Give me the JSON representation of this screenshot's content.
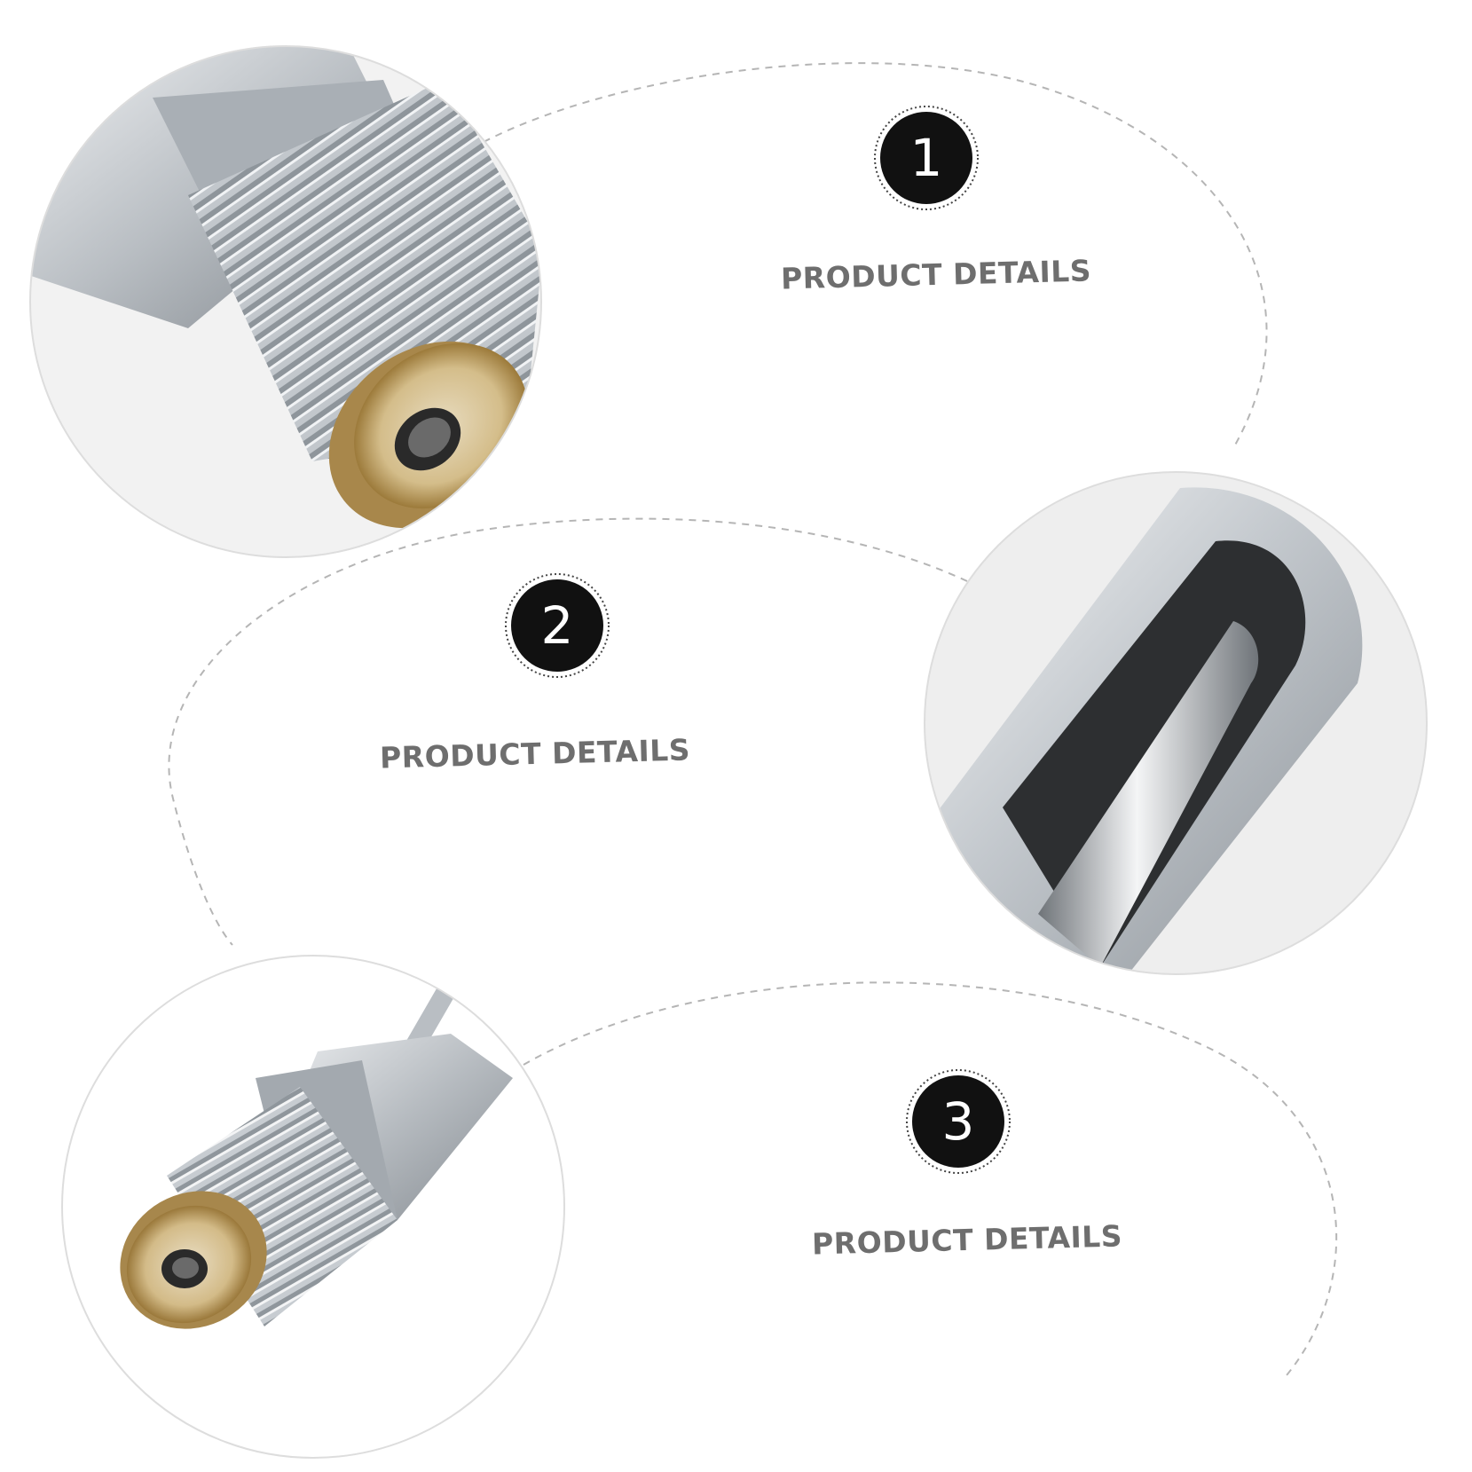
{
  "details": [
    {
      "number": "1",
      "label": "PRODUCT DETAILS",
      "photo": "threaded-fitting-end-closeup"
    },
    {
      "number": "2",
      "label": "PRODUCT DETAILS",
      "photo": "nipple-cup-interior-closeup"
    },
    {
      "number": "3",
      "label": "PRODUCT DETAILS",
      "photo": "full-drinker-nipple-side-view"
    }
  ],
  "colors": {
    "badge": "#111111",
    "label": "#6e6e6e",
    "dashed_line": "#b5b5b5",
    "steel": "#c9cdd1",
    "brass": "#c9a96a"
  }
}
